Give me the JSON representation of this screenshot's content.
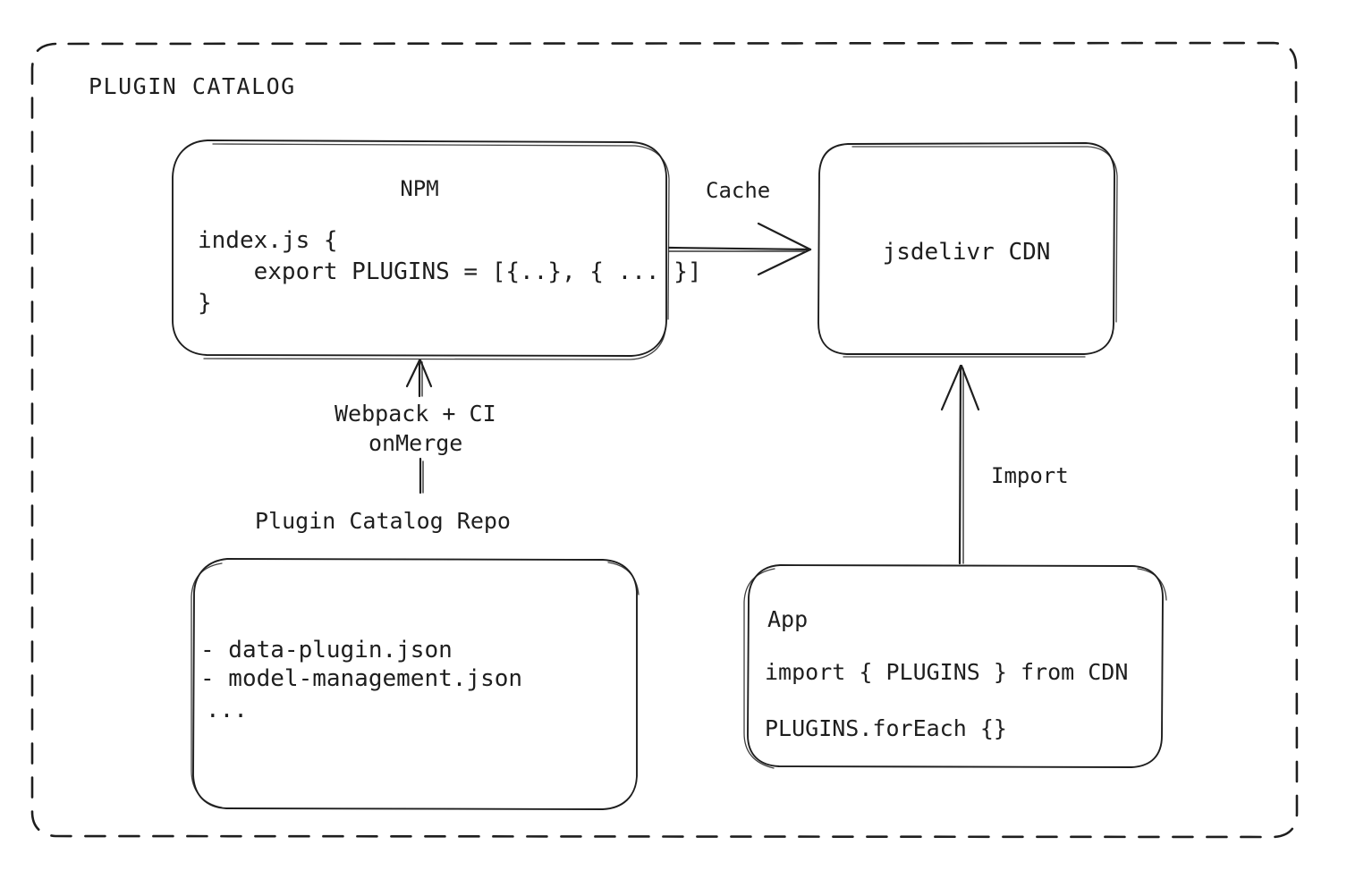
{
  "frame": {
    "title": "PLUGIN CATALOG"
  },
  "nodes": {
    "npm": {
      "title": "NPM",
      "code_lines": [
        "index.js {",
        "    export PLUGINS = [{..}, { ... }]",
        "}"
      ]
    },
    "cdn": {
      "title": "jsdelivr CDN"
    },
    "repo": {
      "caption": "Plugin Catalog Repo",
      "lines": [
        "- data-plugin.json",
        "- model-management.json",
        "..."
      ]
    },
    "app": {
      "title": "App",
      "lines": [
        "import { PLUGINS } from CDN",
        "PLUGINS.forEach {}"
      ]
    }
  },
  "edges": {
    "cache": {
      "label": "Cache"
    },
    "build": {
      "label_line1": "Webpack + CI",
      "label_line2": "onMerge"
    },
    "import": {
      "label": "Import"
    }
  },
  "colors": {
    "ink": "#1e1e1e",
    "background": "#ffffff"
  }
}
